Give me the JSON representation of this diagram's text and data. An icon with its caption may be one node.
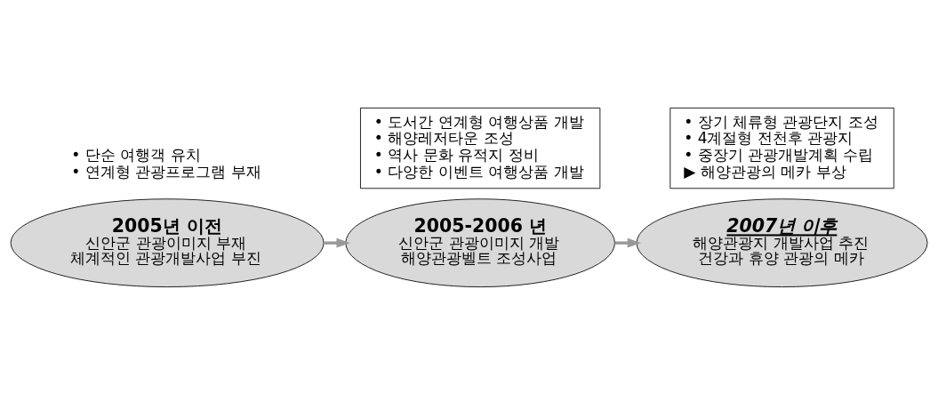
{
  "diagram": {
    "nodes": [
      {
        "text": [
          "2005년 이전",
          "신안군 관광이미지 부재 체계적인 관광개발사업 부진"
        ]
      },
      {
        "text": [
          "• 단순 여행객 유치",
          "• 연계형 관광프로그램 부재"
        ]
      },
      {
        "text": [
          "2005-2006 년",
          "신안군 관광이미지 개발 해양관광벨트 조성사업"
        ]
      },
      {
        "text": [
          "• 도서간 연계형 여행상품 개발",
          "• 해양레저타운 조성",
          "• 역사 문화 유적지 정비",
          "• 다양한 이벤트 여행상품 개발"
        ]
      },
      {
        "text": [
          "2007년 이후",
          "해양관광지 개발사업 추진 건강과 휴양 관광의 메카"
        ]
      },
      {
        "text": [
          "• 장기 체류형 관광단지 조성",
          "• 4계절형 전천후 관광지",
          "• 중장기 관광개발계획 수립",
          "▶ 해양관광의 메카 부상"
        ]
      }
    ],
    "edges": [
      {
        "from": 0,
        "to": 2,
        "arrow": "to"
      },
      {
        "from": 2,
        "to": 4,
        "arrow": "to"
      }
    ]
  }
}
